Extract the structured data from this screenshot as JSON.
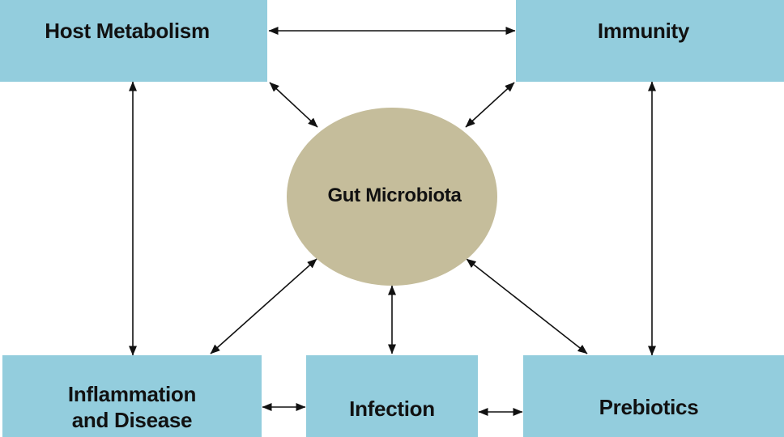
{
  "diagram": {
    "hub": {
      "label": "Gut Microbiota"
    },
    "nodes": {
      "host_metabolism": "Host Metabolism",
      "immunity": "Immunity",
      "inflammation": "Inflammation\nand Disease",
      "infection": "Infection",
      "prebiotics": "Prebiotics"
    },
    "edges": [
      {
        "from": "Host Metabolism",
        "to": "Immunity",
        "direction": "bidirectional"
      },
      {
        "from": "Host Metabolism",
        "to": "Inflammation\nand Disease",
        "direction": "bidirectional"
      },
      {
        "from": "Immunity",
        "to": "Prebiotics",
        "direction": "bidirectional"
      },
      {
        "from": "Gut Microbiota",
        "to": "Host Metabolism",
        "direction": "bidirectional"
      },
      {
        "from": "Gut Microbiota",
        "to": "Immunity",
        "direction": "bidirectional"
      },
      {
        "from": "Gut Microbiota",
        "to": "Inflammation\nand Disease",
        "direction": "bidirectional"
      },
      {
        "from": "Gut Microbiota",
        "to": "Infection",
        "direction": "bidirectional"
      },
      {
        "from": "Gut Microbiota",
        "to": "Prebiotics",
        "direction": "bidirectional"
      },
      {
        "from": "Inflammation\nand Disease",
        "to": "Infection",
        "direction": "bidirectional"
      },
      {
        "from": "Infection",
        "to": "Prebiotics",
        "direction": "bidirectional"
      }
    ],
    "colors": {
      "box_fill": "#93cddd",
      "hub_fill": "#c5bd9b",
      "arrow": "#111111",
      "background": "#ffffff"
    }
  }
}
